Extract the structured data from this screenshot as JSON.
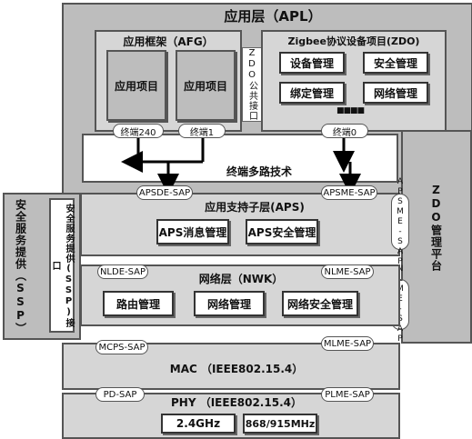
{
  "apl": {
    "title": "应用层（APL）"
  },
  "afg": {
    "title": "应用框架（AFG）",
    "object1": "应用项目",
    "object2": "应用项目"
  },
  "zdo_public": {
    "label": "ZDO公共接口"
  },
  "zdo": {
    "title": "Zigbee协议设备项目(ZDO)",
    "items": [
      "设备管理",
      "安全管理",
      "绑定管理",
      "网络管理"
    ],
    "more": "■■■■"
  },
  "endpoints": {
    "ep240": "终端240",
    "ep1": "终端1",
    "ep0": "终端0"
  },
  "multiplex": {
    "label": "终端多路技术"
  },
  "aps": {
    "sap_data": "APSDE-SAP",
    "sap_mgmt": "APSME-SAP",
    "title": "应用支持子层(APS)",
    "msg": "APS消息管理",
    "sec": "APS安全管理"
  },
  "zdo_platform": {
    "label": "ZDO管理平台",
    "apsme_sap": "APSME-SAP",
    "nlme_sap": "NLME-SAP"
  },
  "ssp": {
    "outer": "安全服务提供（SSP）",
    "inner": "安全服务提供(SSP)接口"
  },
  "nwk": {
    "sap_data": "NLDE-SAP",
    "sap_mgmt": "NLME-SAP",
    "title": "网络层（NWK）",
    "route": "路由管理",
    "netmgmt": "网络管理",
    "netsec": "网络安全管理"
  },
  "mac": {
    "sap_data": "MCPS-SAP",
    "sap_mgmt": "MLME-SAP",
    "title": "MAC （IEEE802.15.4）"
  },
  "phy": {
    "sap_data": "PD-SAP",
    "sap_mgmt": "PLME-SAP",
    "title": "PHY （IEEE802.15.4）",
    "band1": "2.4GHz",
    "band2": "868/915MHz"
  },
  "colors": {
    "layer_dark": "#bdbdbd",
    "layer_light": "#d6d6d6",
    "border": "#555555"
  }
}
